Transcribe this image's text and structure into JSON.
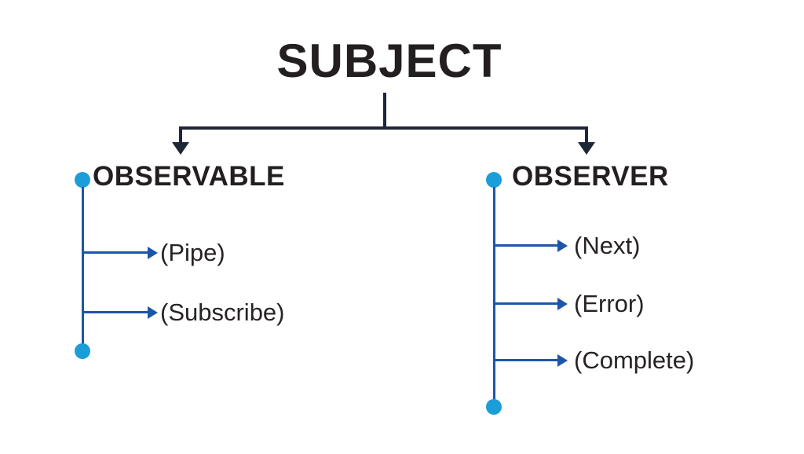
{
  "diagram": {
    "title": "SUBJECT",
    "branches": [
      {
        "label": "OBSERVABLE",
        "methods": [
          "(Pipe)",
          "(Subscribe)"
        ]
      },
      {
        "label": "OBSERVER",
        "methods": [
          "(Next)",
          "(Error)",
          "(Complete)"
        ]
      }
    ]
  },
  "colors": {
    "connector": "#1e2639",
    "heading_text": "#231f20",
    "label_text": "#272324",
    "branch_line": "#1d55a9",
    "node_dot": "#1b9ed8",
    "background": "#ffffff"
  }
}
